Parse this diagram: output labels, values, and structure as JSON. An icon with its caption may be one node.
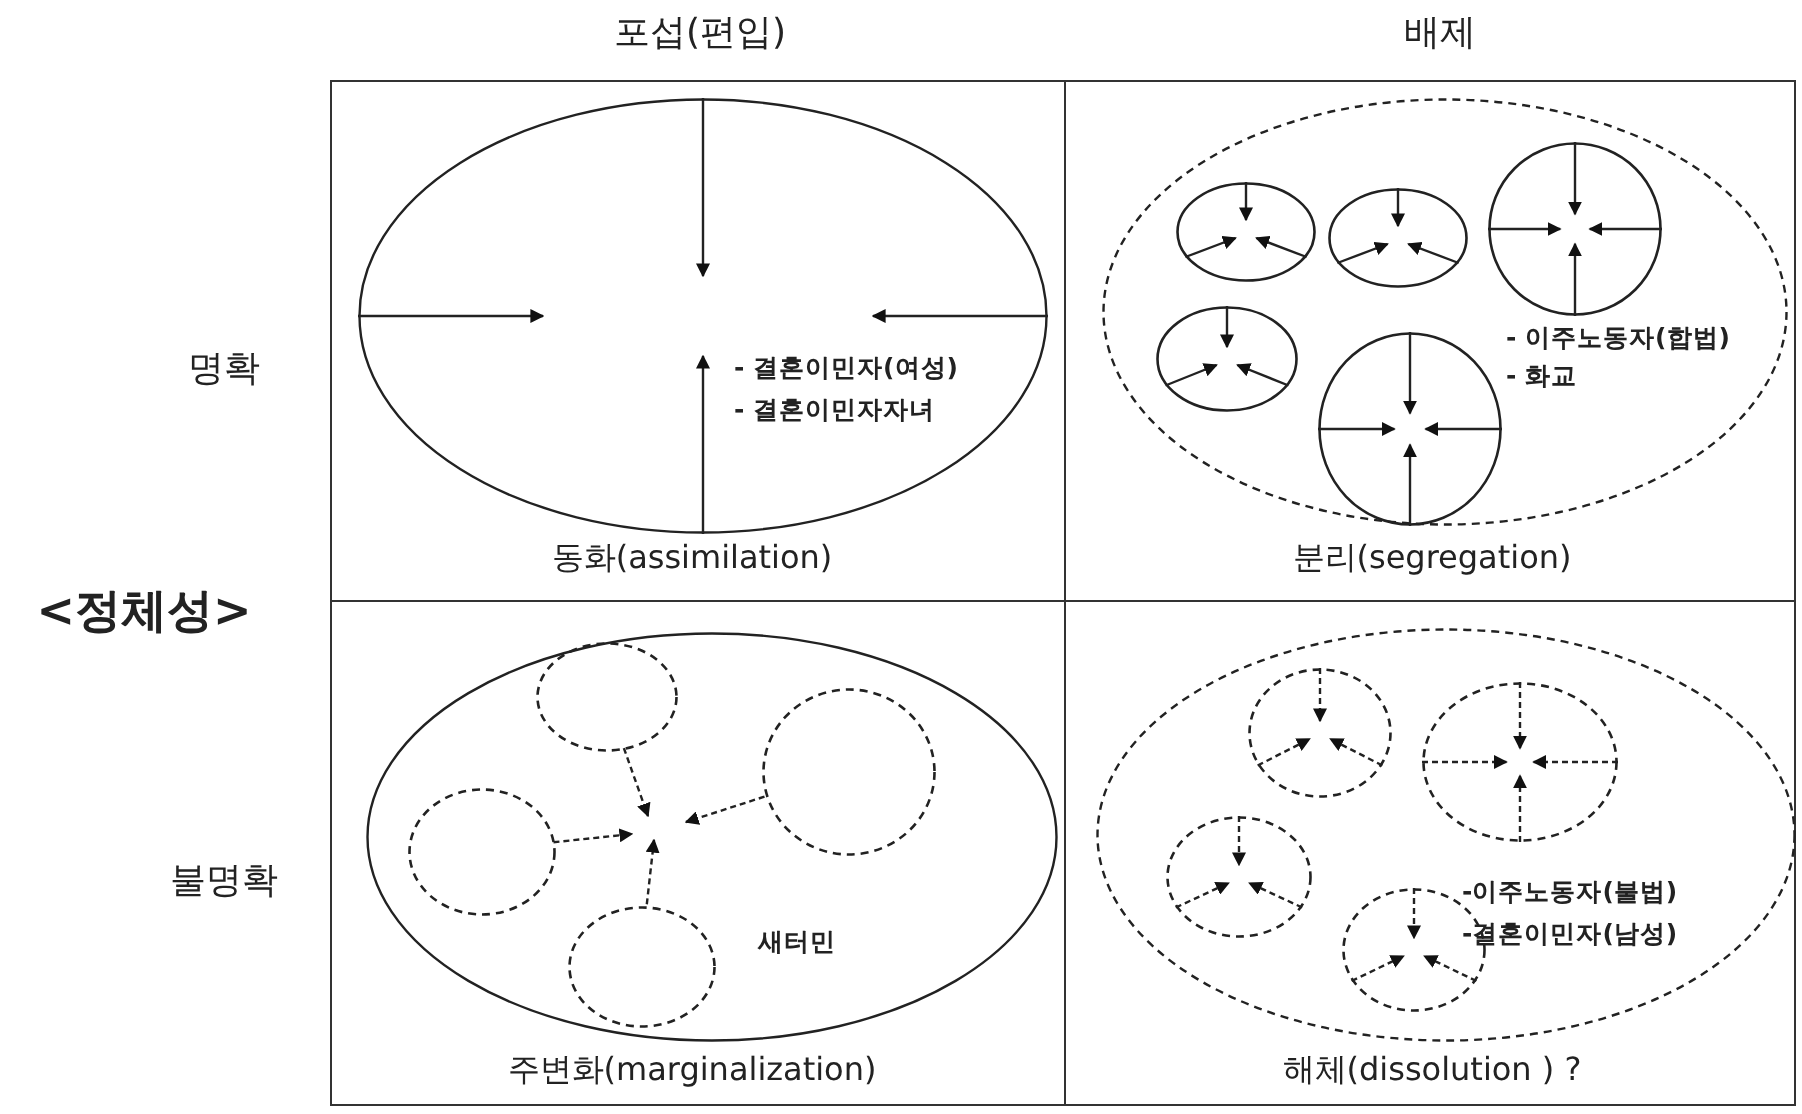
{
  "diagram": {
    "nodes": [
      {
        "text": [
          "동화(assimilation)"
        ]
      },
      {
        "text": [
          "- 결혼이민자(여성)",
          "- 결혼이민자자녀"
        ],
        "in": 0
      },
      {
        "text": [
          "분리(segregation)"
        ]
      },
      {
        "text": [
          "- 이주노동자(합법)",
          "- 화교"
        ],
        "in": 2
      },
      {
        "text": [],
        "shape": "circle",
        "in": 3
      },
      {
        "text": [],
        "shape": "circle",
        "in": 3
      },
      {
        "text": [],
        "shape": "circle",
        "in": 3
      },
      {
        "text": [],
        "shape": "circle",
        "in": 3
      },
      {
        "text": [],
        "shape": "circle",
        "in": 3
      },
      {
        "text": [
          "주변화(marginalization)"
        ]
      },
      {
        "text": [
          "새터민"
        ],
        "in": 9
      },
      {
        "text": [],
        "shape": "circle",
        "in": 10
      },
      {
        "text": [],
        "shape": "circle",
        "in": 10
      },
      {
        "text": [],
        "shape": "circle",
        "in": 10
      },
      {
        "text": [],
        "shape": "circle",
        "in": 10
      },
      {
        "text": [
          "해체(dissolution ) ?"
        ]
      },
      {
        "text": [
          "-이주노동자(불법)",
          "-결혼이민자(남성)"
        ],
        "in": 15
      },
      {
        "text": [],
        "shape": "circle",
        "in": 16
      },
      {
        "text": [],
        "shape": "circle",
        "in": 16
      },
      {
        "text": [],
        "shape": "circle",
        "in": 16
      },
      {
        "text": [],
        "shape": "circle",
        "in": 16
      }
    ],
    "edges": [
      {
        "from": 11,
        "to": null,
        "arrow": "to",
        "style": "dashed"
      },
      {
        "from": 12,
        "to": null,
        "arrow": "to",
        "style": "dashed"
      },
      {
        "from": 13,
        "to": null,
        "arrow": "to",
        "style": "dashed"
      },
      {
        "from": 14,
        "to": null,
        "arrow": "to",
        "style": "dashed"
      }
    ],
    "labels": [
      "포섭(편입)",
      "배제",
      "명확",
      "<정체성>",
      "불명확"
    ]
  }
}
